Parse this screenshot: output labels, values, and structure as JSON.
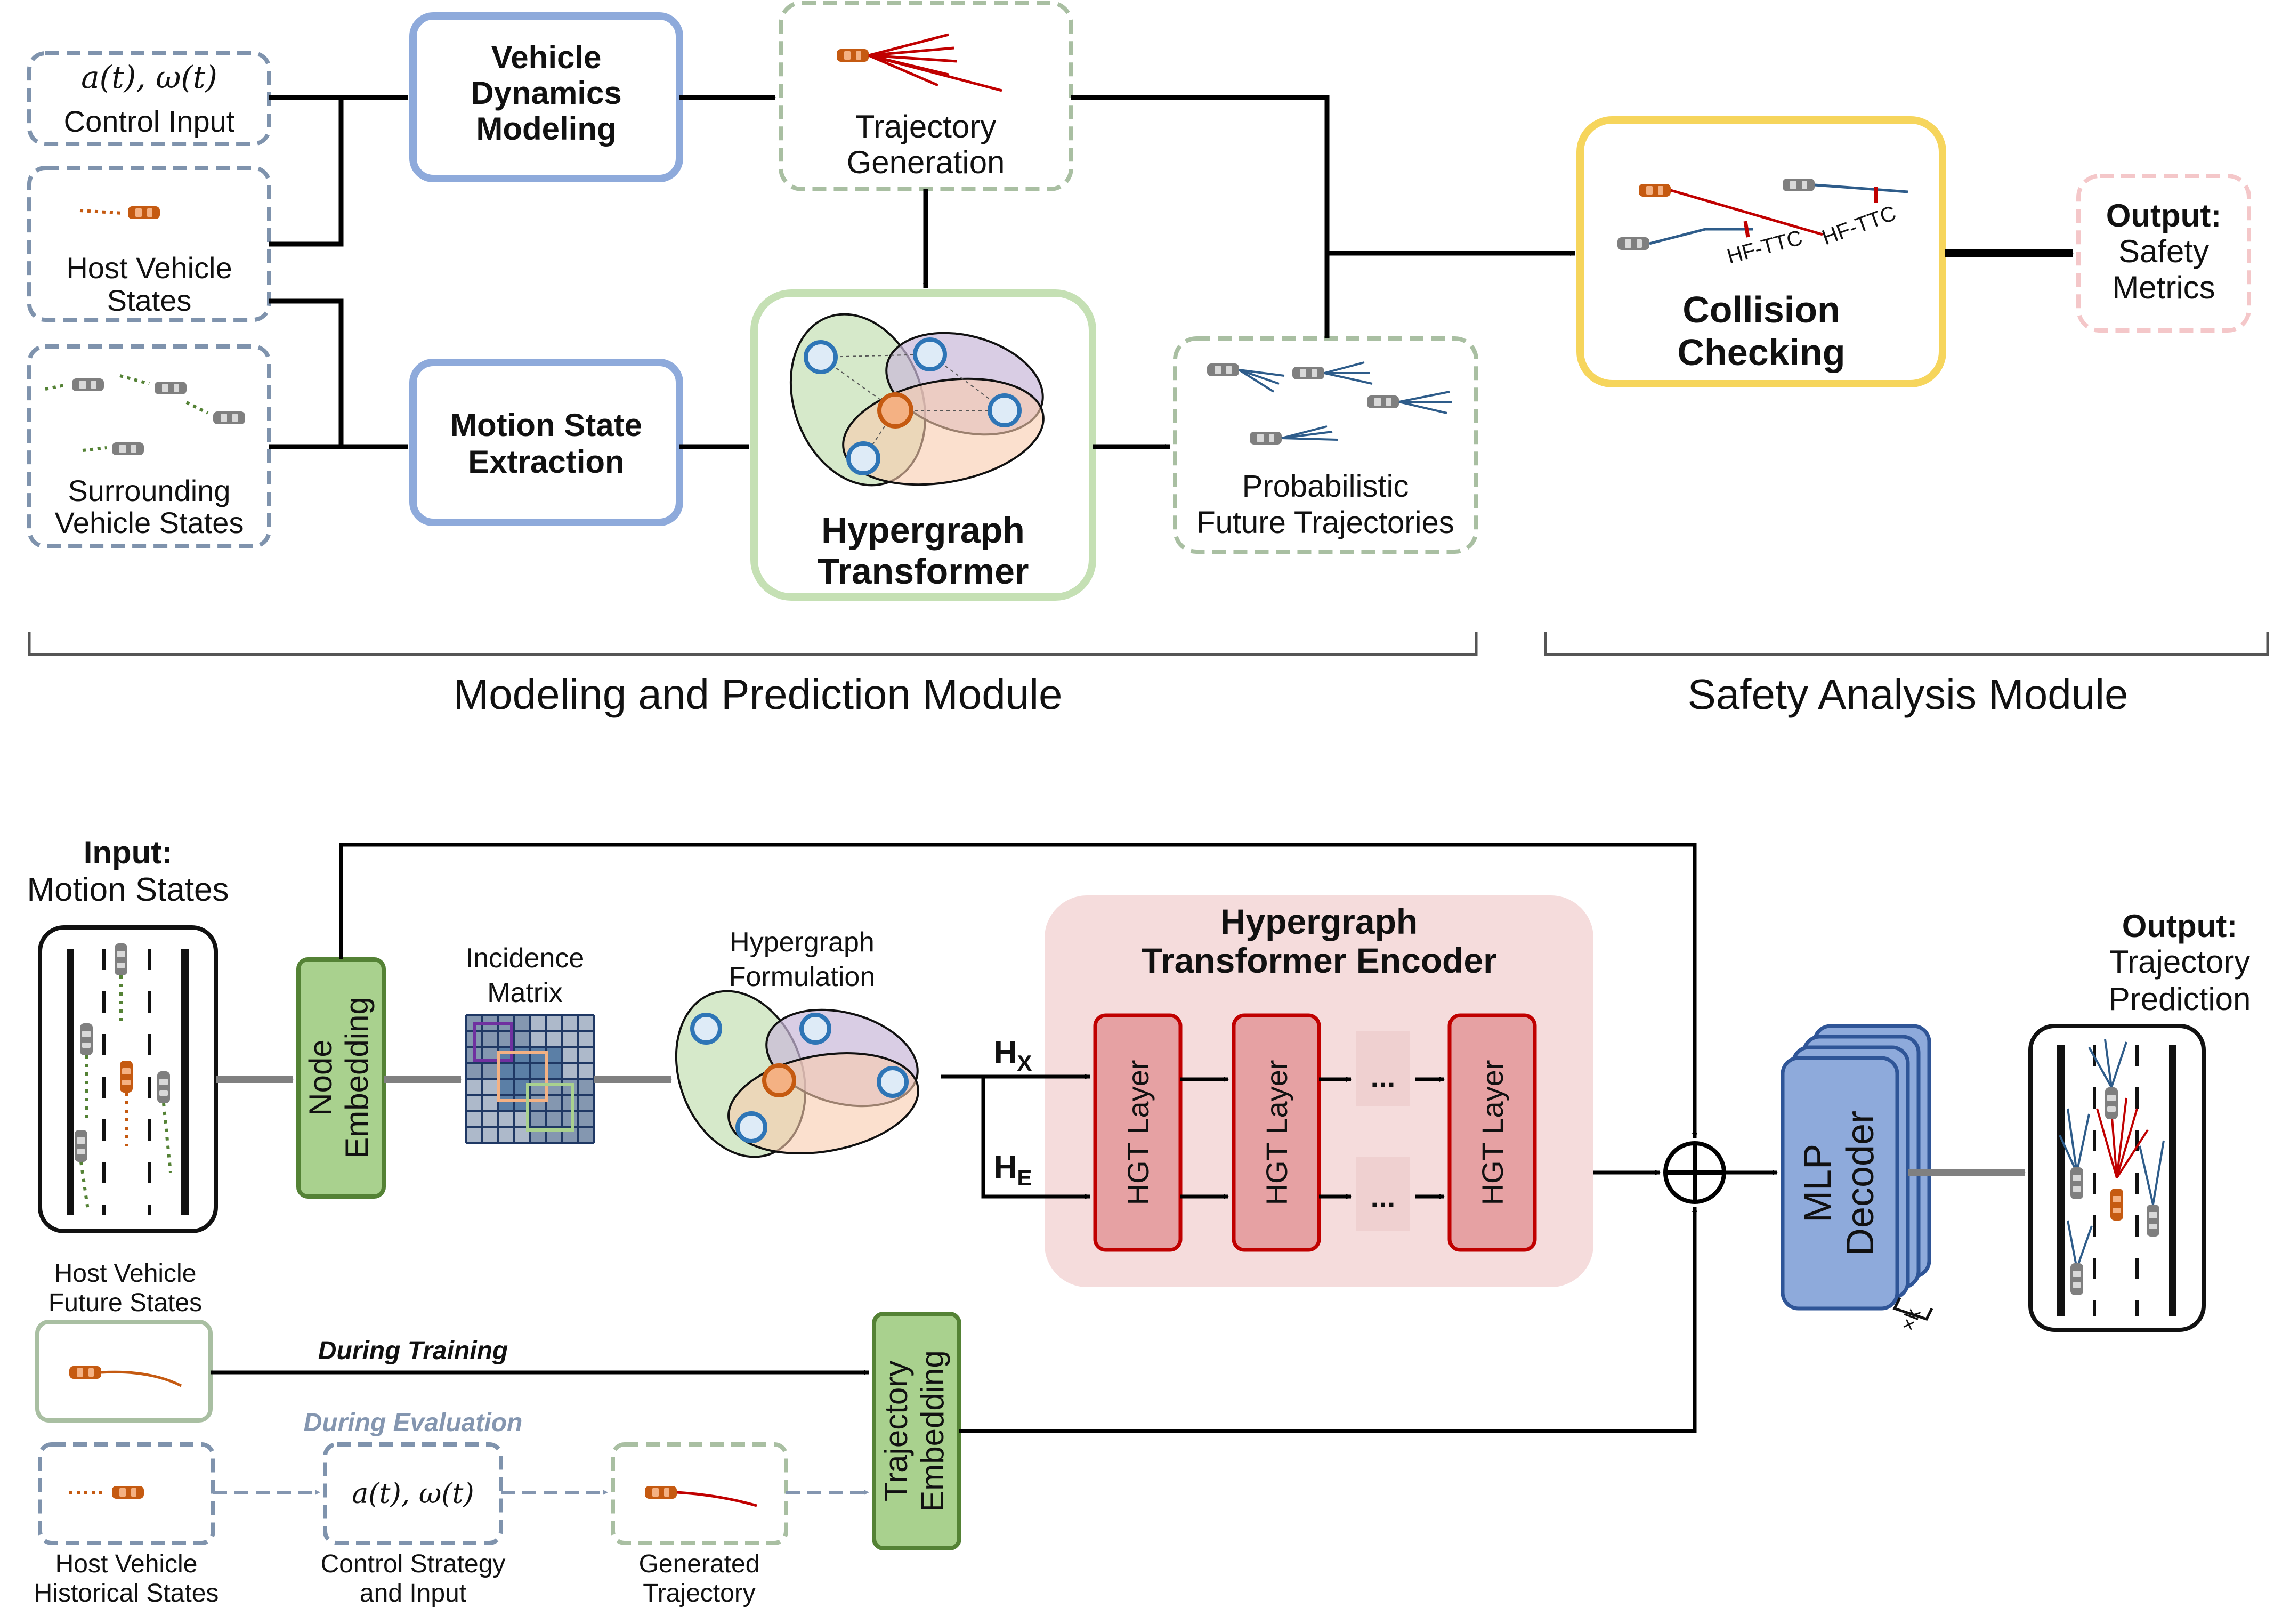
{
  "top": {
    "control_input_math": "a(t), ω(t)",
    "control_input": "Control Input",
    "host_states": [
      "Host Vehicle",
      "States"
    ],
    "surrounding_states": [
      "Surrounding",
      "Vehicle States"
    ],
    "vehicle_dynamics": [
      "Vehicle",
      "Dynamics",
      "Modeling"
    ],
    "motion_state_extraction": [
      "Motion State",
      "Extraction"
    ],
    "trajectory_generation": [
      "Trajectory",
      "Generation"
    ],
    "hypergraph_transformer": [
      "Hypergraph",
      "Transformer"
    ],
    "probabilistic": [
      "Probabilistic",
      "Future Trajectories"
    ],
    "collision_checking": [
      "Collision",
      "Checking"
    ],
    "hf_ttc_1": "HF-TTC",
    "hf_ttc_2": "HF-TTC",
    "output_label": "Output:",
    "output_value": [
      "Safety",
      "Metrics"
    ],
    "modeling_module": "Modeling and Prediction Module",
    "safety_module": "Safety Analysis Module"
  },
  "bottom": {
    "input_label": "Input:",
    "input_value": "Motion States",
    "node_embedding": [
      "Node",
      "Embedding"
    ],
    "incidence_matrix": [
      "Incidence",
      "Matrix"
    ],
    "hypergraph_formulation": [
      "Hypergraph",
      "Formulation"
    ],
    "hx": "H",
    "hx_sub": "X",
    "he": "H",
    "he_sub": "E",
    "encoder_title": [
      "Hypergraph",
      "Transformer Encoder"
    ],
    "hgt_layer": "HGT Layer",
    "ellipsis": "...",
    "mlp_decoder": [
      "MLP",
      "Decoder"
    ],
    "xk": "×k",
    "output_label": "Output:",
    "output_value": [
      "Trajectory",
      "Prediction"
    ],
    "host_future": [
      "Host Vehicle",
      "Future States"
    ],
    "during_training": "During Training",
    "during_evaluation": "During Evaluation",
    "control_strategy_math": "a(t), ω(t)",
    "control_strategy": [
      "Control Strategy",
      "and Input"
    ],
    "generated_trajectory": [
      "Generated",
      "Trajectory"
    ],
    "host_historical": [
      "Host Vehicle",
      "Historical States"
    ],
    "trajectory_embedding": [
      "Trajectory",
      "Embedding"
    ]
  },
  "colors": {
    "blue_box": "#8eaadb",
    "green_box": "#c5e0b4",
    "yellow_box": "#f6d55c",
    "pink_box": "#f4c7c9",
    "grey_dash": "#7f93ad",
    "car_orange": "#c55a11",
    "node_blue": "#2e75b6",
    "hgt_fill": "#e6a1a3",
    "hgt_stroke": "#c00000",
    "encoder_bg": "#f5dcdc",
    "embed_fill": "#a9d18e",
    "embed_stroke": "#548235",
    "mlp_fill": "#8eaadb",
    "mlp_stroke": "#2f5597"
  }
}
